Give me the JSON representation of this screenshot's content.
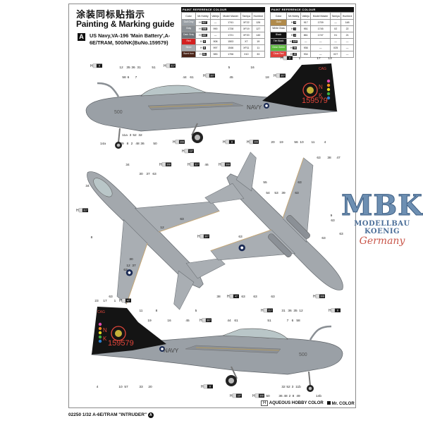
{
  "header": {
    "title_cn": "涂装同标贴指示",
    "title_en": "Painting & Marking guide"
  },
  "marking_option": {
    "badge": "A",
    "text": "US Navy,VA-196 'Main Battery',A-6E/TRAM, 500/NK(BuNo.159579)"
  },
  "paint_tables": [
    {
      "title": "PAINT REFERENCE COLOUR",
      "columns": [
        "Color",
        "Mr.Hobby",
        "Vallejo",
        "Model Master",
        "Tamiya",
        "Humbrol"
      ],
      "rows": [
        {
          "color": "Gull Gray",
          "hex": "#9aa0a6",
          "mr_hobby": "317",
          "vallejo": "—",
          "model_master": "1741",
          "tamiya": "XF22",
          "humbrol": "126"
        },
        {
          "color": "Gray",
          "hex": "#8a8f94",
          "mr_hobby": "308",
          "vallejo": "990",
          "model_master": "1728",
          "tamiya": "XF19",
          "humbrol": "127"
        },
        {
          "color": "Dark Gray",
          "hex": "#6f7479",
          "mr_hobby": "307",
          "vallejo": "—",
          "model_master": "1721",
          "tamiya": "XF20",
          "humbrol": "140"
        },
        {
          "color": "Red",
          "hex": "#d42020",
          "mr_hobby": "3",
          "vallejo": "908",
          "model_master": "1503",
          "tamiya": "X7",
          "humbrol": "19"
        },
        {
          "color": "Silver",
          "hex": "#a8acb0",
          "mr_hobby": "8",
          "vallejo": "997",
          "model_master": "1546",
          "tamiya": "XF11",
          "humbrol": "11"
        },
        {
          "color": "Burnt Iron",
          "hex": "#4a2418",
          "mr_hobby": "61",
          "vallejo": "983",
          "model_master": "1706",
          "tamiya": "X10",
          "humbrol": "33"
        }
      ]
    },
    {
      "title": "PAINT REFERENCE COLOUR",
      "columns": [
        "Color",
        "Mr.Hobby",
        "Vallejo",
        "Model Master",
        "Tamiya",
        "Humbrol"
      ],
      "rows": [
        {
          "color": "Gold",
          "hex": "#b08a4a",
          "mr_hobby": "9",
          "vallejo": "917",
          "model_master": "1709",
          "tamiya": "—",
          "humbrol": "148"
        },
        {
          "color": "White Gloss",
          "hex": "#ffffff",
          "mr_hobby": "1",
          "vallejo": "951",
          "model_master": "1745",
          "tamiya": "X2",
          "humbrol": "22"
        },
        {
          "color": "Black",
          "hex": "#111111",
          "mr_hobby": "2",
          "vallejo": "861",
          "model_master": "1747",
          "tamiya": "X1",
          "humbrol": "21"
        },
        {
          "color": "Tire Black",
          "hex": "#1c1c1c",
          "mr_hobby": "137",
          "vallejo": "—",
          "model_master": "—",
          "tamiya": "—",
          "humbrol": "—"
        },
        {
          "color": "Clear Green",
          "hex": "#5cb83c",
          "mr_hobby": "94",
          "vallejo": "936",
          "model_master": "—",
          "tamiya": "X25",
          "humbrol": "—"
        },
        {
          "color": "Clear Red",
          "hex": "#e0403c",
          "mr_hobby": "47",
          "vallejo": "934",
          "model_master": "—",
          "tamiya": "X27",
          "humbrol": "—"
        }
      ]
    }
  ],
  "aircraft_markings": {
    "serial": "159579",
    "navy": "NAVY",
    "modex": "500",
    "tail_code": [
      "N",
      "K"
    ],
    "cag": "CAG"
  },
  "callouts": {
    "chip_prefix": "H",
    "side_top": [
      "12",
      "35",
      "36",
      "31",
      "51",
      "5",
      "16",
      "58",
      "6",
      "7",
      "44",
      "61",
      "45",
      "18",
      "1",
      "17",
      "13",
      "14a",
      "49",
      "8",
      "2",
      "48",
      "36",
      "50",
      "11a",
      "3",
      "52",
      "32",
      "20",
      "19",
      "56",
      "10",
      "11",
      "4"
    ],
    "side_top_chips": [
      "8",
      "317",
      "307",
      "2",
      "307",
      "308",
      "137",
      "8",
      "308"
    ],
    "side_bottom": [
      "23",
      "17",
      "1",
      "11",
      "8",
      "5",
      "19",
      "16",
      "45",
      "44",
      "61",
      "51",
      "31",
      "36",
      "35",
      "12",
      "7",
      "6",
      "58",
      "4",
      "10",
      "57",
      "33",
      "20",
      "50",
      "36",
      "48",
      "2",
      "8",
      "49",
      "14b",
      "32",
      "52",
      "3",
      "11b"
    ],
    "side_bottom_chips": [
      "47",
      "317",
      "307",
      "8",
      "8",
      "137",
      "308"
    ],
    "plan_top": [
      "34",
      "34",
      "30",
      "37",
      "63",
      "12",
      "63",
      "8",
      "30",
      "12",
      "37",
      "63",
      "63",
      "46"
    ],
    "plan_top_chips": [
      "308",
      "317",
      "317",
      "307"
    ],
    "plan_bottom": [
      "55",
      "54",
      "53",
      "39",
      "63",
      "63",
      "63",
      "38",
      "47",
      "9",
      "63",
      "63",
      "63",
      "63",
      "38",
      "63",
      "63",
      "63"
    ],
    "plan_bottom_chips": [
      "308",
      "47",
      "308"
    ]
  },
  "legend": {
    "hobby_prefix": "H",
    "hobby_label": "AQUEOUS HOBBY COLOR",
    "mr_label": "Mr. COLOR"
  },
  "footer": {
    "text": "02250 1/32  A-6E/TRAM \"INTRUDER\"",
    "badge": "A"
  },
  "watermark": {
    "line1": "MBK",
    "line2": "MODELLBAU KOENIG",
    "line3": "Germany"
  },
  "colors": {
    "fuselage": "#9aa0a6",
    "tail": "#141414",
    "serial_red": "#e0453a",
    "canopy": "#b9c6c8"
  }
}
